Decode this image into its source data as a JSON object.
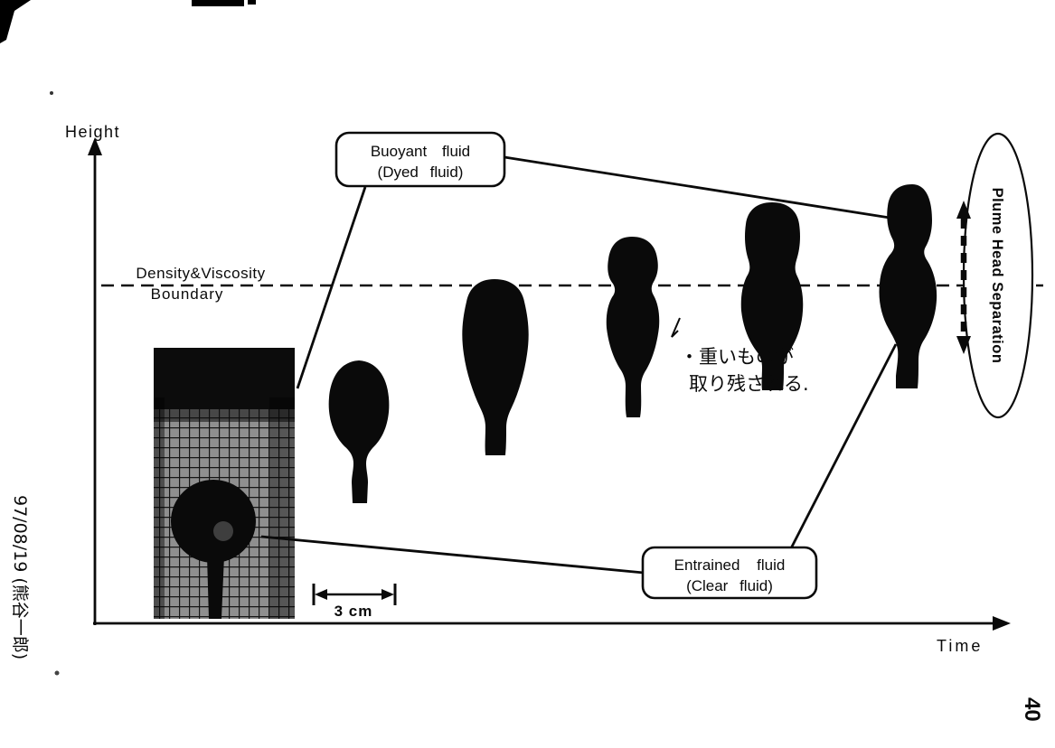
{
  "meta": {
    "date_note": "97/08/19 (熊谷一郎)",
    "page_number": "40"
  },
  "axes": {
    "y_label": "Height",
    "x_label": "Time"
  },
  "boundary": {
    "label_line1": "Density&Viscosity",
    "label_line2": "Boundary"
  },
  "callouts": {
    "buoyant_line1": "Buoyant fluid",
    "buoyant_line2": "(Dyed fluid)",
    "entrained_line1": "Entrained fluid",
    "entrained_line2": "(Clear fluid)"
  },
  "separation_label": "Plume Head Separation",
  "scale_bar_label": "3 cm",
  "annotation": {
    "line1": "・重いものが",
    "line2": "取り残される."
  },
  "colors": {
    "ink": "#0a0a0a",
    "paper": "#ffffff"
  }
}
